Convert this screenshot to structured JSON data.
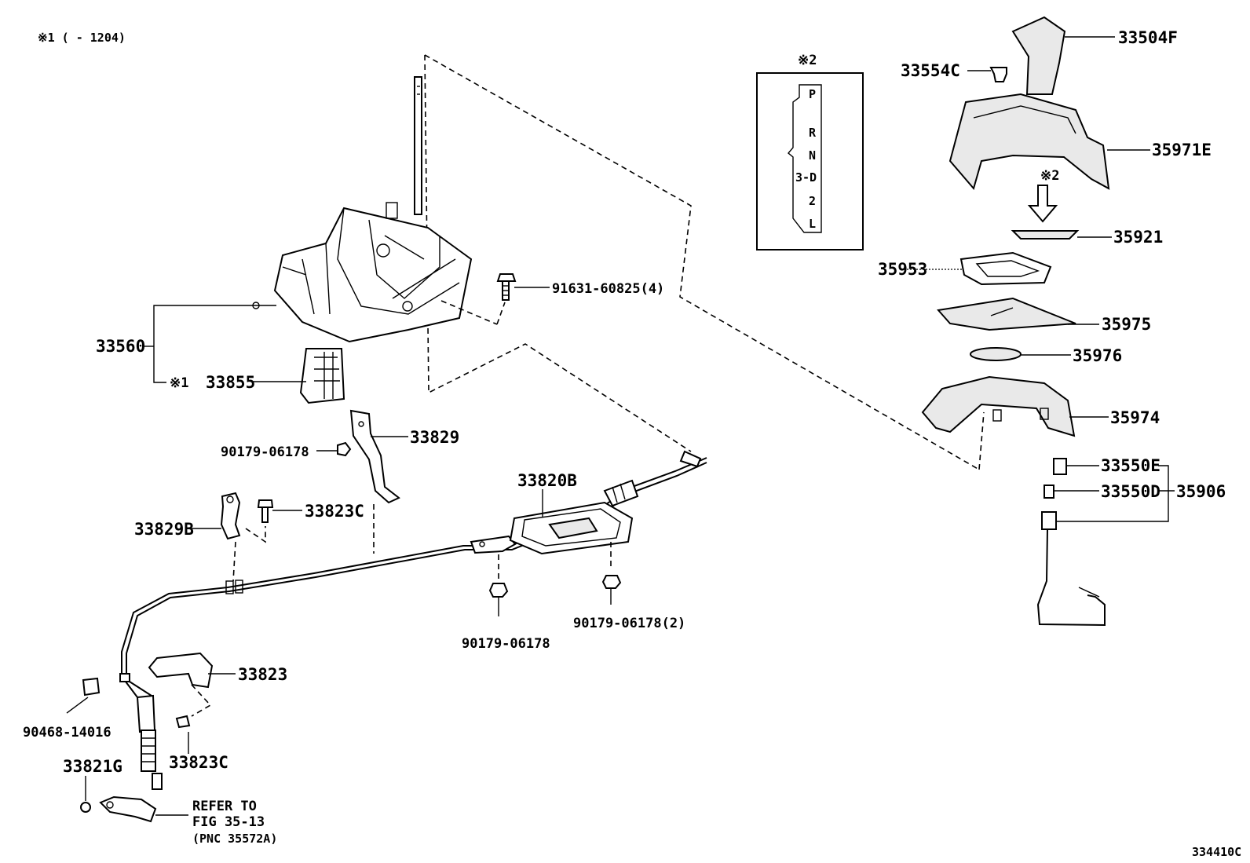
{
  "note_top_left": "※1 (     - 1204)",
  "figure_id": "334410C",
  "inset": {
    "mark": "※2",
    "gate_positions": [
      "P",
      "R",
      "N",
      "3-D",
      "2",
      "L"
    ]
  },
  "arrow_mark": "※2",
  "labels": {
    "p33504F": "33504F",
    "p33554C": "33554C",
    "p35971E": "35971E",
    "p35921": "35921",
    "p35953": "35953",
    "p35975": "35975",
    "p35976": "35976",
    "p35974": "35974",
    "p33550E": "33550E",
    "p33550D": "33550D",
    "p35906": "35906",
    "p91631": "91631-60825(4)",
    "p33560": "33560",
    "p33855_mark": "※1",
    "p33855": "33855",
    "p33829": "33829",
    "p90179_a": "90179-06178",
    "p33823C_a": "33823C",
    "p33829B": "33829B",
    "p33820B": "33820B",
    "p90179_b": "90179-06178",
    "p90179_c": "90179-06178(2)",
    "p33823": "33823",
    "p90468": "90468-14016",
    "p33823C_b": "33823C",
    "p33821G": "33821G"
  },
  "refer": {
    "line1": "REFER TO",
    "line2": "FIG 35-13",
    "line3": "(PNC 35572A)"
  }
}
